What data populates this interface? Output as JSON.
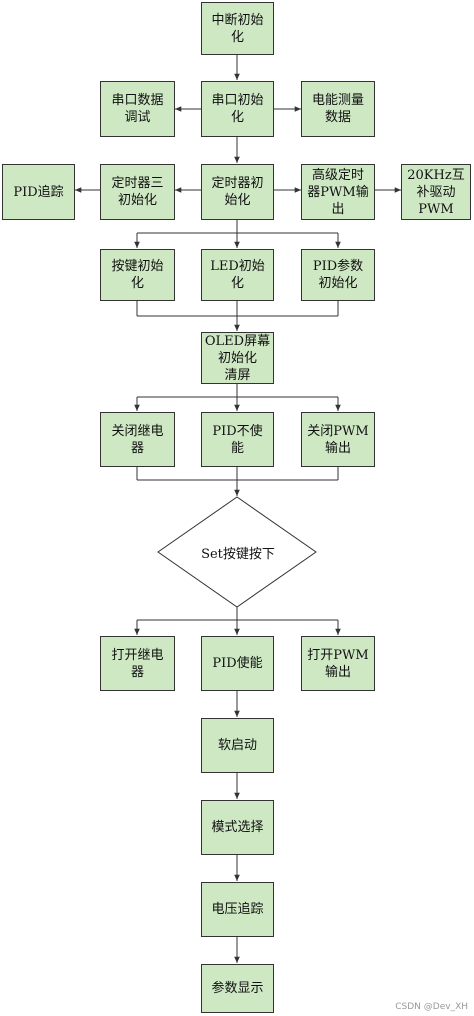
{
  "flowchart": {
    "nodes": {
      "interrupt_init": "中断初始\n化",
      "uart_debug": "串口数据\n调试",
      "uart_init": "串口初始\n化",
      "power_measure": "电能测量\n数据",
      "pid_track": "PID追踪",
      "timer3_init": "定时器三\n初始化",
      "timer_init": "定时器初\n始化",
      "adv_timer_pwm": "高级定时\n器PWM输\n出",
      "pwm_20khz": "20KHz互\n补驱动\nPWM",
      "key_init": "按键初始\n化",
      "led_init": "LED初始\n化",
      "pid_param_init": "PID参数\n初始化",
      "oled_init": "OLED屏幕\n初始化\n清屏",
      "relay_off": "关闭继电\n器",
      "pid_disable": "PID不使\n能",
      "pwm_off": "关闭PWM\n输出",
      "set_key_pressed": "Set按键按下",
      "relay_on": "打开继电\n器",
      "pid_enable": "PID使能",
      "pwm_on": "打开PWM\n输出",
      "soft_start": "软启动",
      "mode_select": "模式选择",
      "voltage_track": "电压追踪",
      "param_display": "参数显示"
    }
  },
  "colors": {
    "box_fill": "#cfe8c4",
    "stroke": "#333333"
  },
  "watermark": "CSDN @Dev_XH"
}
